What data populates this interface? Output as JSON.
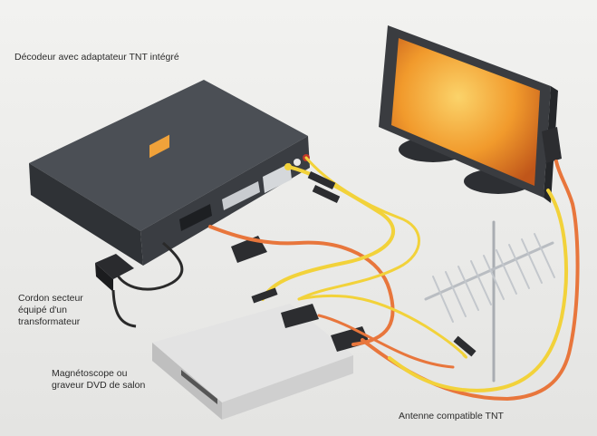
{
  "labels": {
    "decoder": "Décodeur avec adaptateur TNT intégré",
    "power_cord": "Cordon secteur\néquipé d'un\ntransformateur",
    "vcr_dvd": "Magnétoscope ou\ngraveur DVD de salon",
    "antenna": "Antenne compatible TNT"
  },
  "colors": {
    "background": "#ebebe9",
    "decoder_body": "#3a3d42",
    "decoder_top": "#4b4f55",
    "vcr_body": "#dcdcdc",
    "cable_yellow": "#f2d23a",
    "cable_orange": "#e8763c",
    "cable_black": "#2a2a2a",
    "tv_frame": "#3a3c40",
    "tv_screen": "#f19a2c",
    "antenna_metal": "#b9bdc2"
  },
  "icons": [
    "decoder-box",
    "power-adapter",
    "vcr-player",
    "television",
    "tv-antenna",
    "scart-plug",
    "rca-plug"
  ]
}
